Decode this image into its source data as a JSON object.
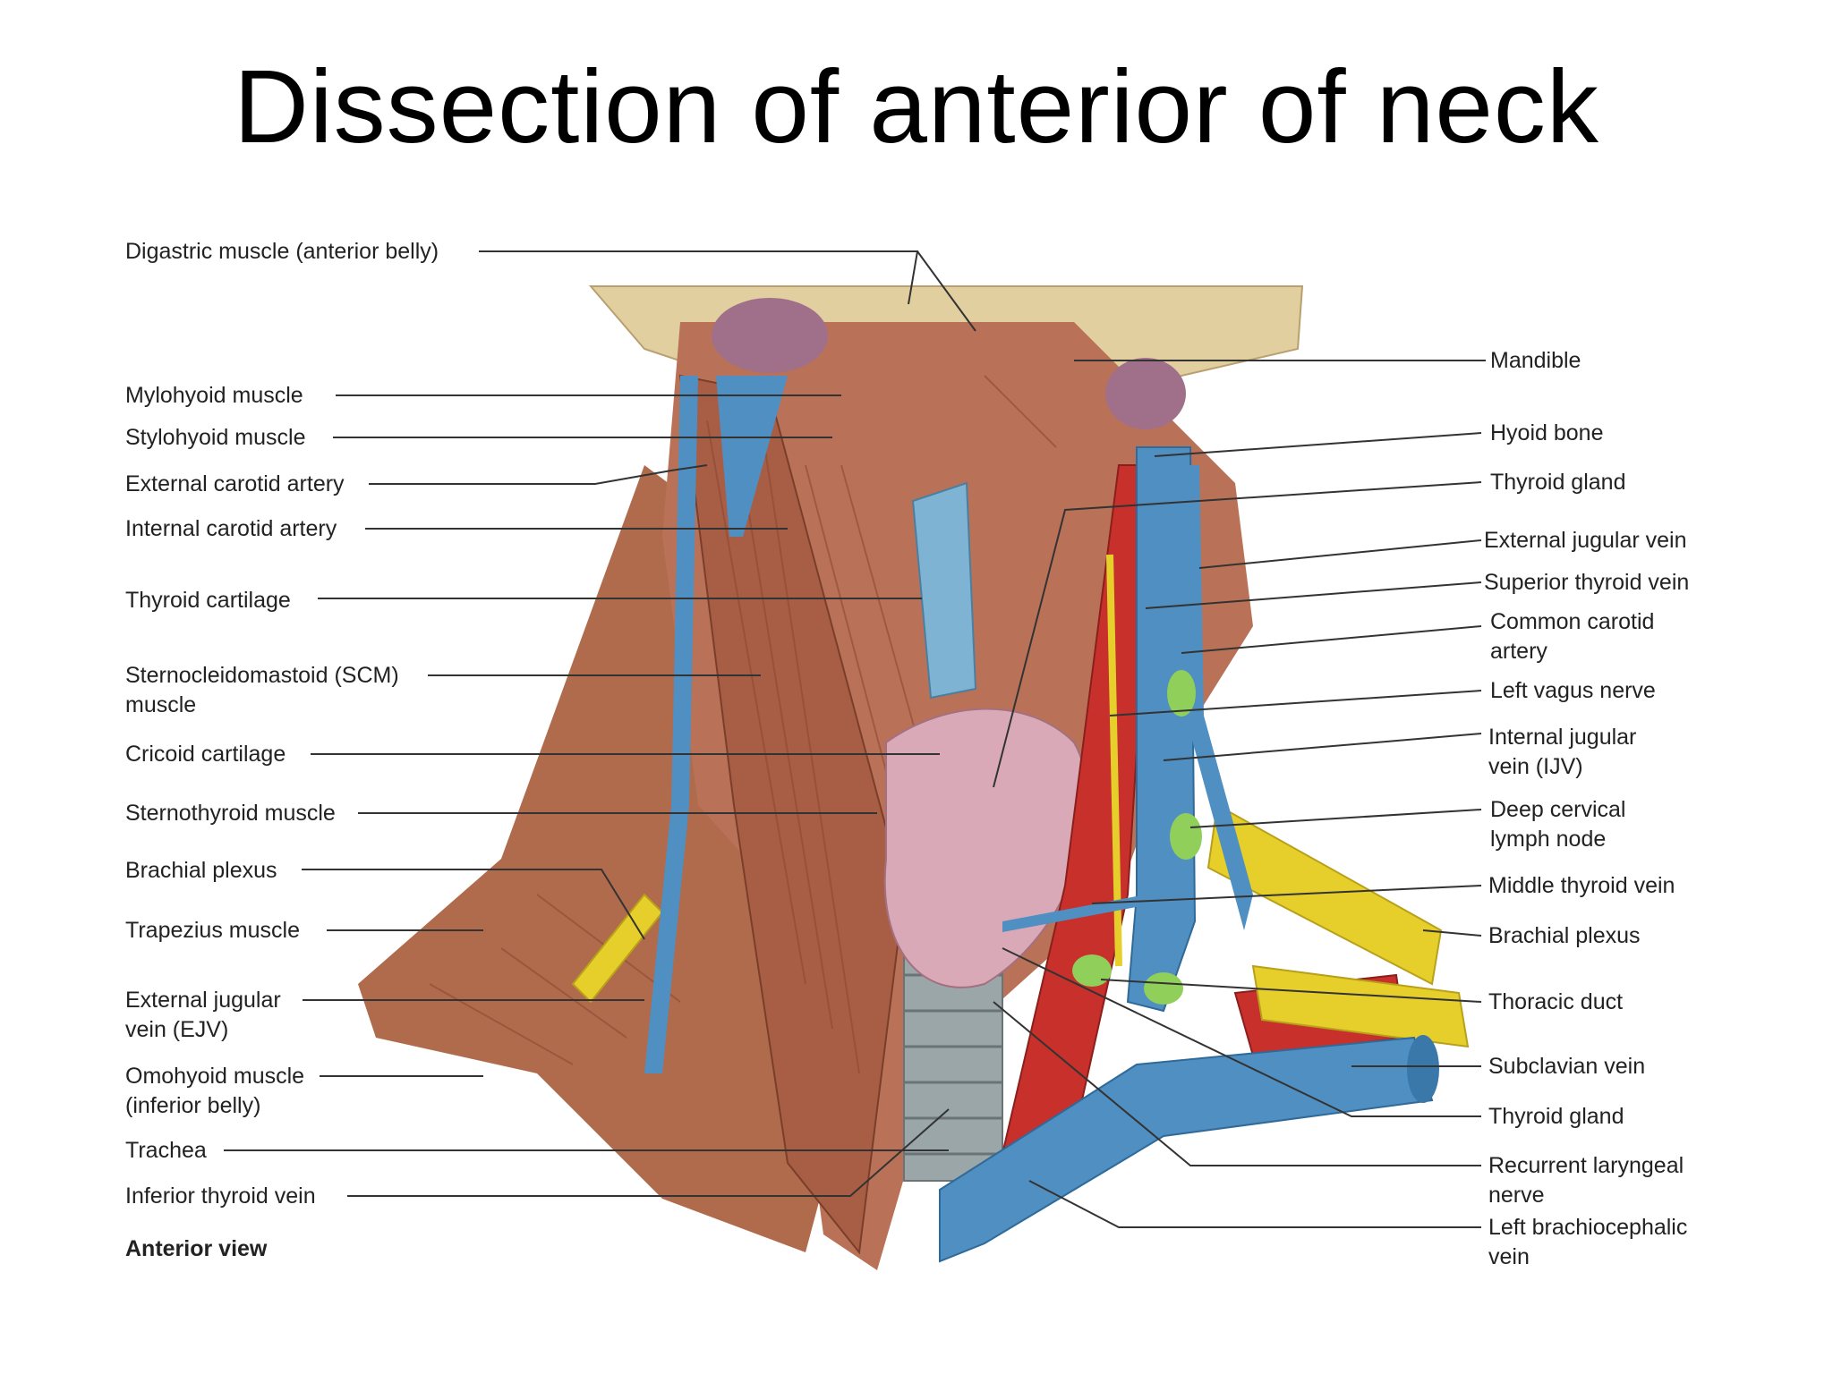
{
  "title": "Dissection of anterior of neck",
  "figure": {
    "left_labels": [
      "Digastric muscle (anterior belly)",
      "Mylohyoid  muscle",
      "Stylohyoid  muscle",
      "External carotid artery",
      "Internal carotid artery",
      "Thyroid cartilage",
      "Sternocleidomastoid (SCM)\nmuscle",
      "Cricoid cartilage",
      "Sternothyroid muscle",
      "Brachial plexus",
      "Trapezius muscle",
      "External jugular\nvein (EJV)",
      "Omohyoid muscle\n(inferior belly)",
      "Trachea",
      "Inferior thyroid vein"
    ],
    "right_labels": [
      "Mandible",
      "Hyoid bone",
      "Thyroid gland",
      "External jugular vein",
      "Superior thyroid vein",
      "Common carotid\nartery",
      "Left vagus nerve",
      "Internal jugular\nvein (IJV)",
      "Deep cervical\nlymph node",
      "Middle thyroid vein",
      "Brachial plexus",
      "Thoracic duct",
      "Subclavian vein",
      "Thyroid gland",
      "Recurrent laryngeal\nnerve",
      "Left brachiocephalic\nvein"
    ],
    "view_label": "Anterior view"
  },
  "colors": {
    "muscle": "#b36a4e",
    "muscle_dark": "#8a4632",
    "vein": "#4f8fc2",
    "artery": "#c8302c",
    "nerve": "#e6cf2a",
    "gland": "#d9a9b8",
    "lymph": "#8fcf5a",
    "bone": "#e2cfa0",
    "cartilage": "#7fb3d4",
    "leader": "#333333"
  }
}
